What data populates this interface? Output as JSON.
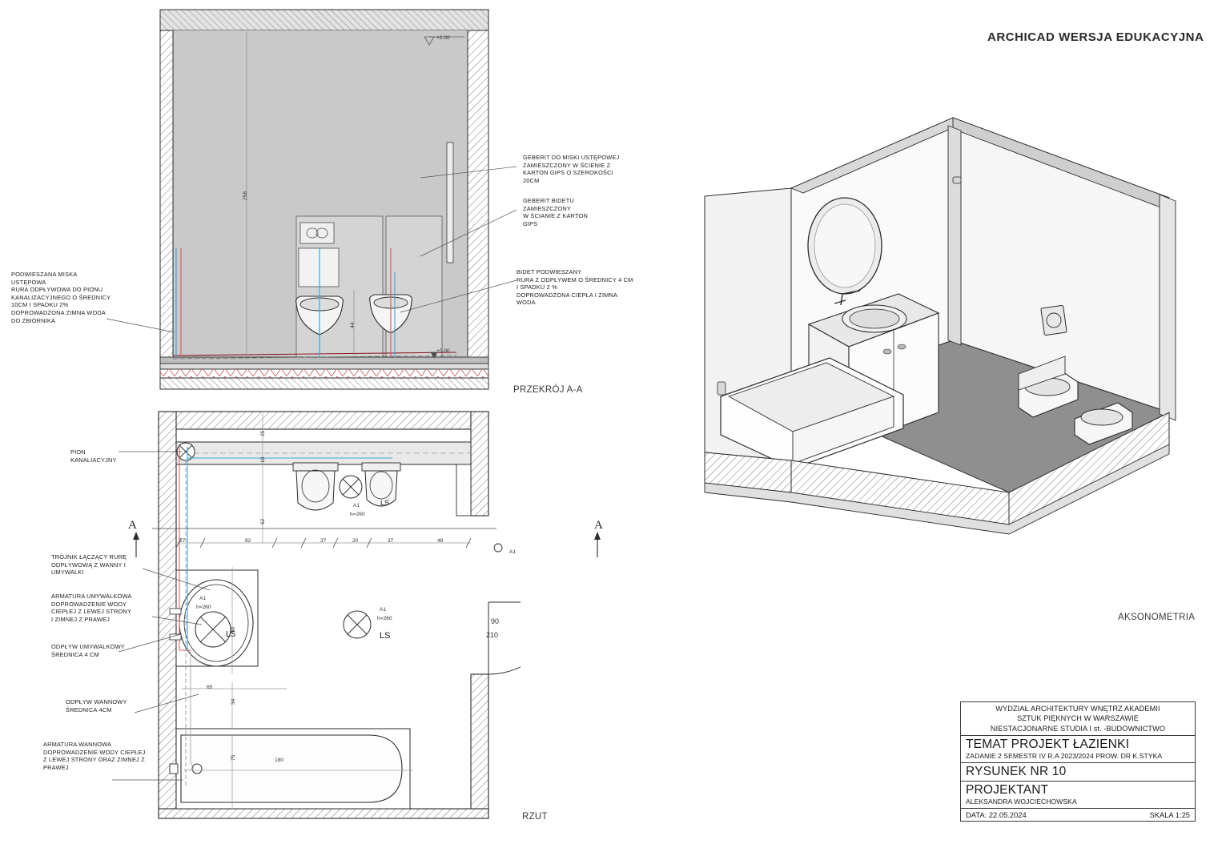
{
  "header": {
    "watermark": "ARCHICAD WERSJA EDUKACYJNA"
  },
  "drawings": {
    "section_title": "PRZEKRÓJ A-A",
    "plan_title": "RZUT",
    "axo_title": "AKSONOMETRIA"
  },
  "section_annotations": [
    {
      "id": "wc-left",
      "text": "PODWIESZANA MISKA\nUSTĘPOWA\nRURA ODPŁYWOWA DO PIONU\nKANALIZACYJNEGO O ŚREDNICY\n10CM  I SPADKU 2%\nDOPROWADZONA ZIMNA WODA\nDO ZBIORNIKA"
    },
    {
      "id": "geberit-wc",
      "text": "GEBERIT DO MISKI USTĘPOWEJ\nZAMIESZCZONY W ŚCIENIE Z\nKARTON GIPS O SZEROKOŚCI\n20CM"
    },
    {
      "id": "geberit-bidet",
      "text": "GEBERIT BIDETU\nZAMIESZCZONY\nW ŚCIANIE Z KARTON\nGIPS"
    },
    {
      "id": "bidet",
      "text": "BIDET PODWIESZANY\nRURA Z ODPŁYWEM O ŚREDNICY 4 CM\nI SPADKU 2 %\nDOPROWADZONA CIEPŁA I ZIMNA\nWODA"
    }
  ],
  "plan_annotations": [
    {
      "id": "pion",
      "text": "PION\nKANALIACYJNY"
    },
    {
      "id": "trojnik",
      "text": "TRÓJNIK ŁĄCZĄCY RURĘ\nODPŁYWOWĄ Z WANNY I\nUMYWALKI"
    },
    {
      "id": "armatura-umywalkowa",
      "text": "ARMATURA UMYWALKOWA\nDOPROWADZENIE WODY\nCIEPŁEJ Z LEWEJ STRONY\nI ZIMNEJ Z PRAWEJ"
    },
    {
      "id": "odplyw-umywalkowy",
      "text": "ODPŁYW UMYWALKOWY\nŚREDNICA 4 CM"
    },
    {
      "id": "odplyw-wannowy",
      "text": "ODPŁYW WANNOWY\nŚREDNICA 4CM"
    },
    {
      "id": "armatura-wannowa",
      "text": "ARMATURA WANNOWA\nDOPROWADZENIE WODY CIEPŁEJ\nZ LEWEJ STRONY ORAZ ZIMNEJ Z\nPRAWEJ"
    }
  ],
  "section_dimensions": {
    "wall_height": "258",
    "fixture_height": "44",
    "level_top": "+2.00",
    "level_floor": "+0.00"
  },
  "plan_dimensions": {
    "horizontal_chain": [
      "27",
      "82",
      "37",
      "20",
      "37",
      "48"
    ],
    "vertical_top": [
      "25",
      "19",
      "62"
    ],
    "sink_offset": "90",
    "bath_offset": "65",
    "bath_gap": "34",
    "bath_length": "180",
    "bath_width": "75",
    "door_width": "90",
    "door_height": "210"
  },
  "fixture_tags": {
    "sink_tag": "A1",
    "sink_height": "h=260",
    "sink_label": "LS",
    "mid_tag": "A1",
    "mid_height": "h=260",
    "mid_label": "LS",
    "wc_tag": "A1",
    "wc_height": "h=260",
    "bidet_label": "LS",
    "door_tag": "A1"
  },
  "section_markers": {
    "left": "A",
    "right": "A"
  },
  "title_block": {
    "school_line1": "WYDZIAŁ ARCHITEKTURY WNĘTRZ AKADEMII",
    "school_line2": "SZTUK PIĘKNYCH W WARSZAWIE",
    "school_line3": "NIESTACJONARNE STUDIA I st. -BUDOWNICTWO",
    "topic": "TEMAT PROJEKT ŁAZIENKI",
    "task": "ZADANIE 2 SEMESTR IV R.A 2023/2024  PROW. DR K.STYKA",
    "drawing_no": "RYSUNEK NR 10",
    "designer_label": "PROJEKTANT",
    "designer_name": "ALEKSANDRA WOJCIECHOWSKA",
    "date": "DATA: 22.05.2024",
    "scale": "SKALA 1:25"
  },
  "colors": {
    "line": "#2b2b2b",
    "fill_gray": "#c9c9c9",
    "floor_gray": "#9a9a9a",
    "cold_water": "#3aa8d8",
    "hot_water": "#d4606c",
    "drain": "#8a1a28"
  }
}
